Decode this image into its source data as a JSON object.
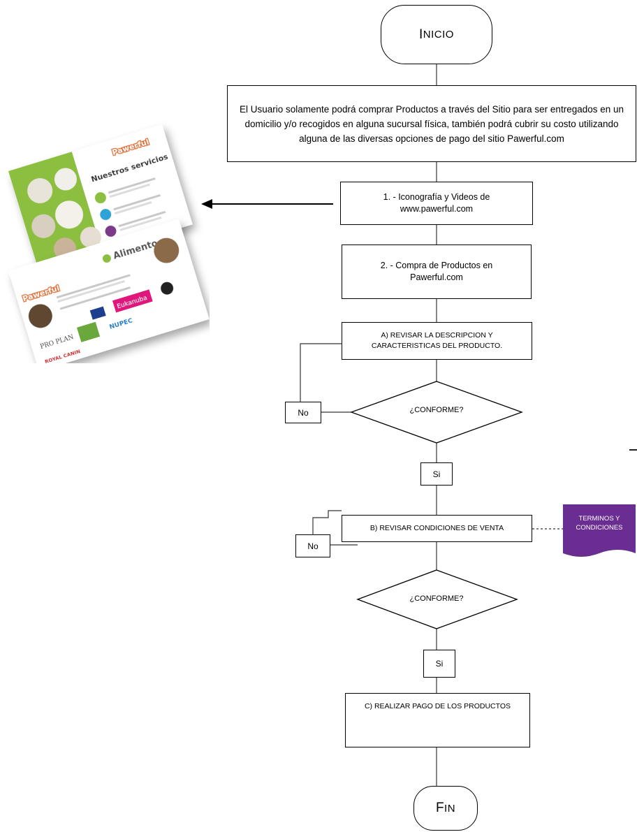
{
  "start": {
    "first": "I",
    "rest": "NICIO"
  },
  "intro": "El Usuario solamente podrá comprar Productos a través del Sitio para ser entregados en un domicilio y/o recogidos en alguna sucursal física, también podrá cubrir su costo utilizando alguna de las diversas opciones de pago del sitio Pawerful.com",
  "step1": {
    "line1": "1. - Iconografía y Videos de",
    "line2": "www.pawerful.com"
  },
  "step2": {
    "line1": "2. - Compra de Productos en",
    "line2": "Pawerful.com"
  },
  "stepA": {
    "line1": "A) REVISAR LA DESCRIPCION Y",
    "line2": "CARACTERISTICAS DEL PRODUCTO."
  },
  "decision1": "¿CONFORME?",
  "no1": "No",
  "si1": "Si",
  "stepB": "B) REVISAR CONDICIONES DE VENTA",
  "terms": {
    "line1": "TERMINOS Y",
    "line2": "CONDICIONES"
  },
  "decision2": "¿CONFORME?",
  "no2": "No",
  "si2": "Si",
  "stepC": "C) REALIZAR PAGO DE LOS PRODUCTOS",
  "end": {
    "first": "F",
    "rest": "IN"
  },
  "cards": {
    "card1": {
      "brand": "Pawerful",
      "title": "Nuestros servicios"
    },
    "card2": {
      "brand": "Pawerful",
      "title": "Alimento",
      "logos": [
        "Eukanuba",
        "PRO PLAN",
        "NUPEC",
        "ROYAL CANIN"
      ]
    }
  },
  "colors": {
    "terms_bg": "#6a2d91",
    "paw": "#b48ce6",
    "card_green": "#8cbf3f",
    "eukanuba": "#e0197d"
  }
}
